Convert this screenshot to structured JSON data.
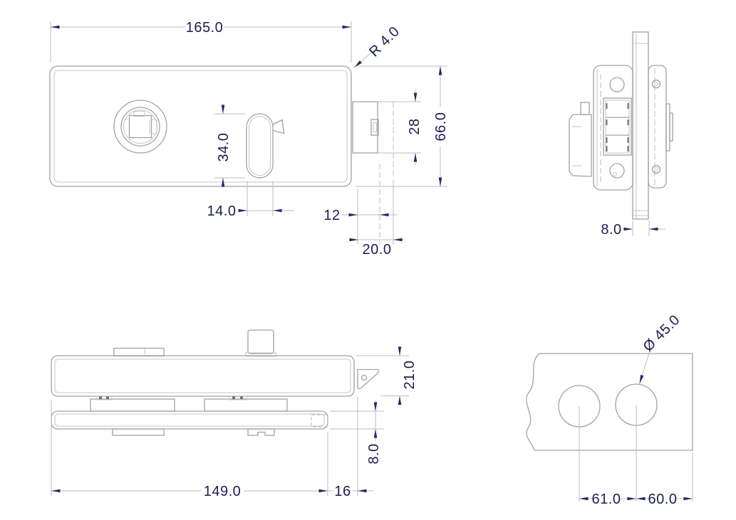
{
  "drawing": {
    "kind": "engineering-drawing",
    "colors": {
      "background": "#ffffff",
      "part_line": "#a2a2a2",
      "detail_line": "#c6c6c6",
      "dimension_line": "#bcbcbc",
      "dimension_text": "#1d1d52",
      "arrowhead": "#26266a"
    },
    "dims": {
      "front": {
        "width": "165.0",
        "corner_radius": "R 4.0",
        "slot_height": "34.0",
        "slot_width": "14.0",
        "latch_projection": "12",
        "latch_length": "20.0",
        "latch_height": "28",
        "height": "66.0"
      },
      "side": {
        "faceplate_thickness": "8.0"
      },
      "bottom": {
        "length": "149.0",
        "latch_overhang": "16",
        "body_thickness": "21.0",
        "plate_thickness": "8.0"
      },
      "holes": {
        "diameter": "Ø 45.0",
        "center_spacing": "61.0",
        "edge_offset": "60.0"
      }
    }
  }
}
